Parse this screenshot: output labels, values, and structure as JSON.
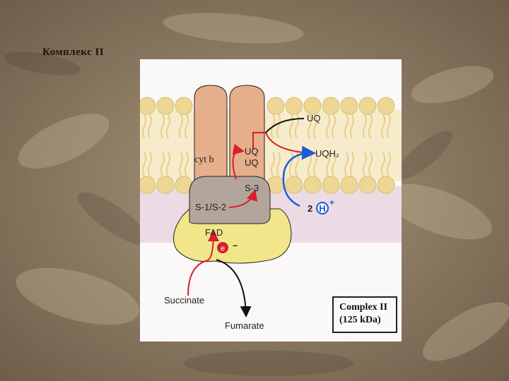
{
  "slide": {
    "title": "Комплекс II"
  },
  "diagram": {
    "labels": {
      "cyt_b": "cyt b",
      "uq_top": "UQ",
      "uq_inner_1": "UQ",
      "uq_inner_2": "UQ",
      "uqh2": "UQH₂",
      "s3": "S-3",
      "s1s2": "S-1/S-2",
      "fad": "FAD",
      "electron": "e",
      "electron_charge": "–",
      "proton_count": "2",
      "proton": "H",
      "proton_charge": "+",
      "succinate": "Succinate",
      "fumarate": "Fumarate"
    },
    "caption": {
      "line1": "Complex II",
      "line2": "(125 kDa)"
    },
    "colors": {
      "membrane_head": "#eed795",
      "membrane_lipid": "#f6eccc",
      "cytochrome": "#e7ae8c",
      "iron_sulfur": "#b3a59c",
      "flavoprotein": "#f2e68a",
      "matrix": "#ecdbe4",
      "electron_path": "#d81f2b",
      "proton_path": "#1e5bd8"
    }
  }
}
